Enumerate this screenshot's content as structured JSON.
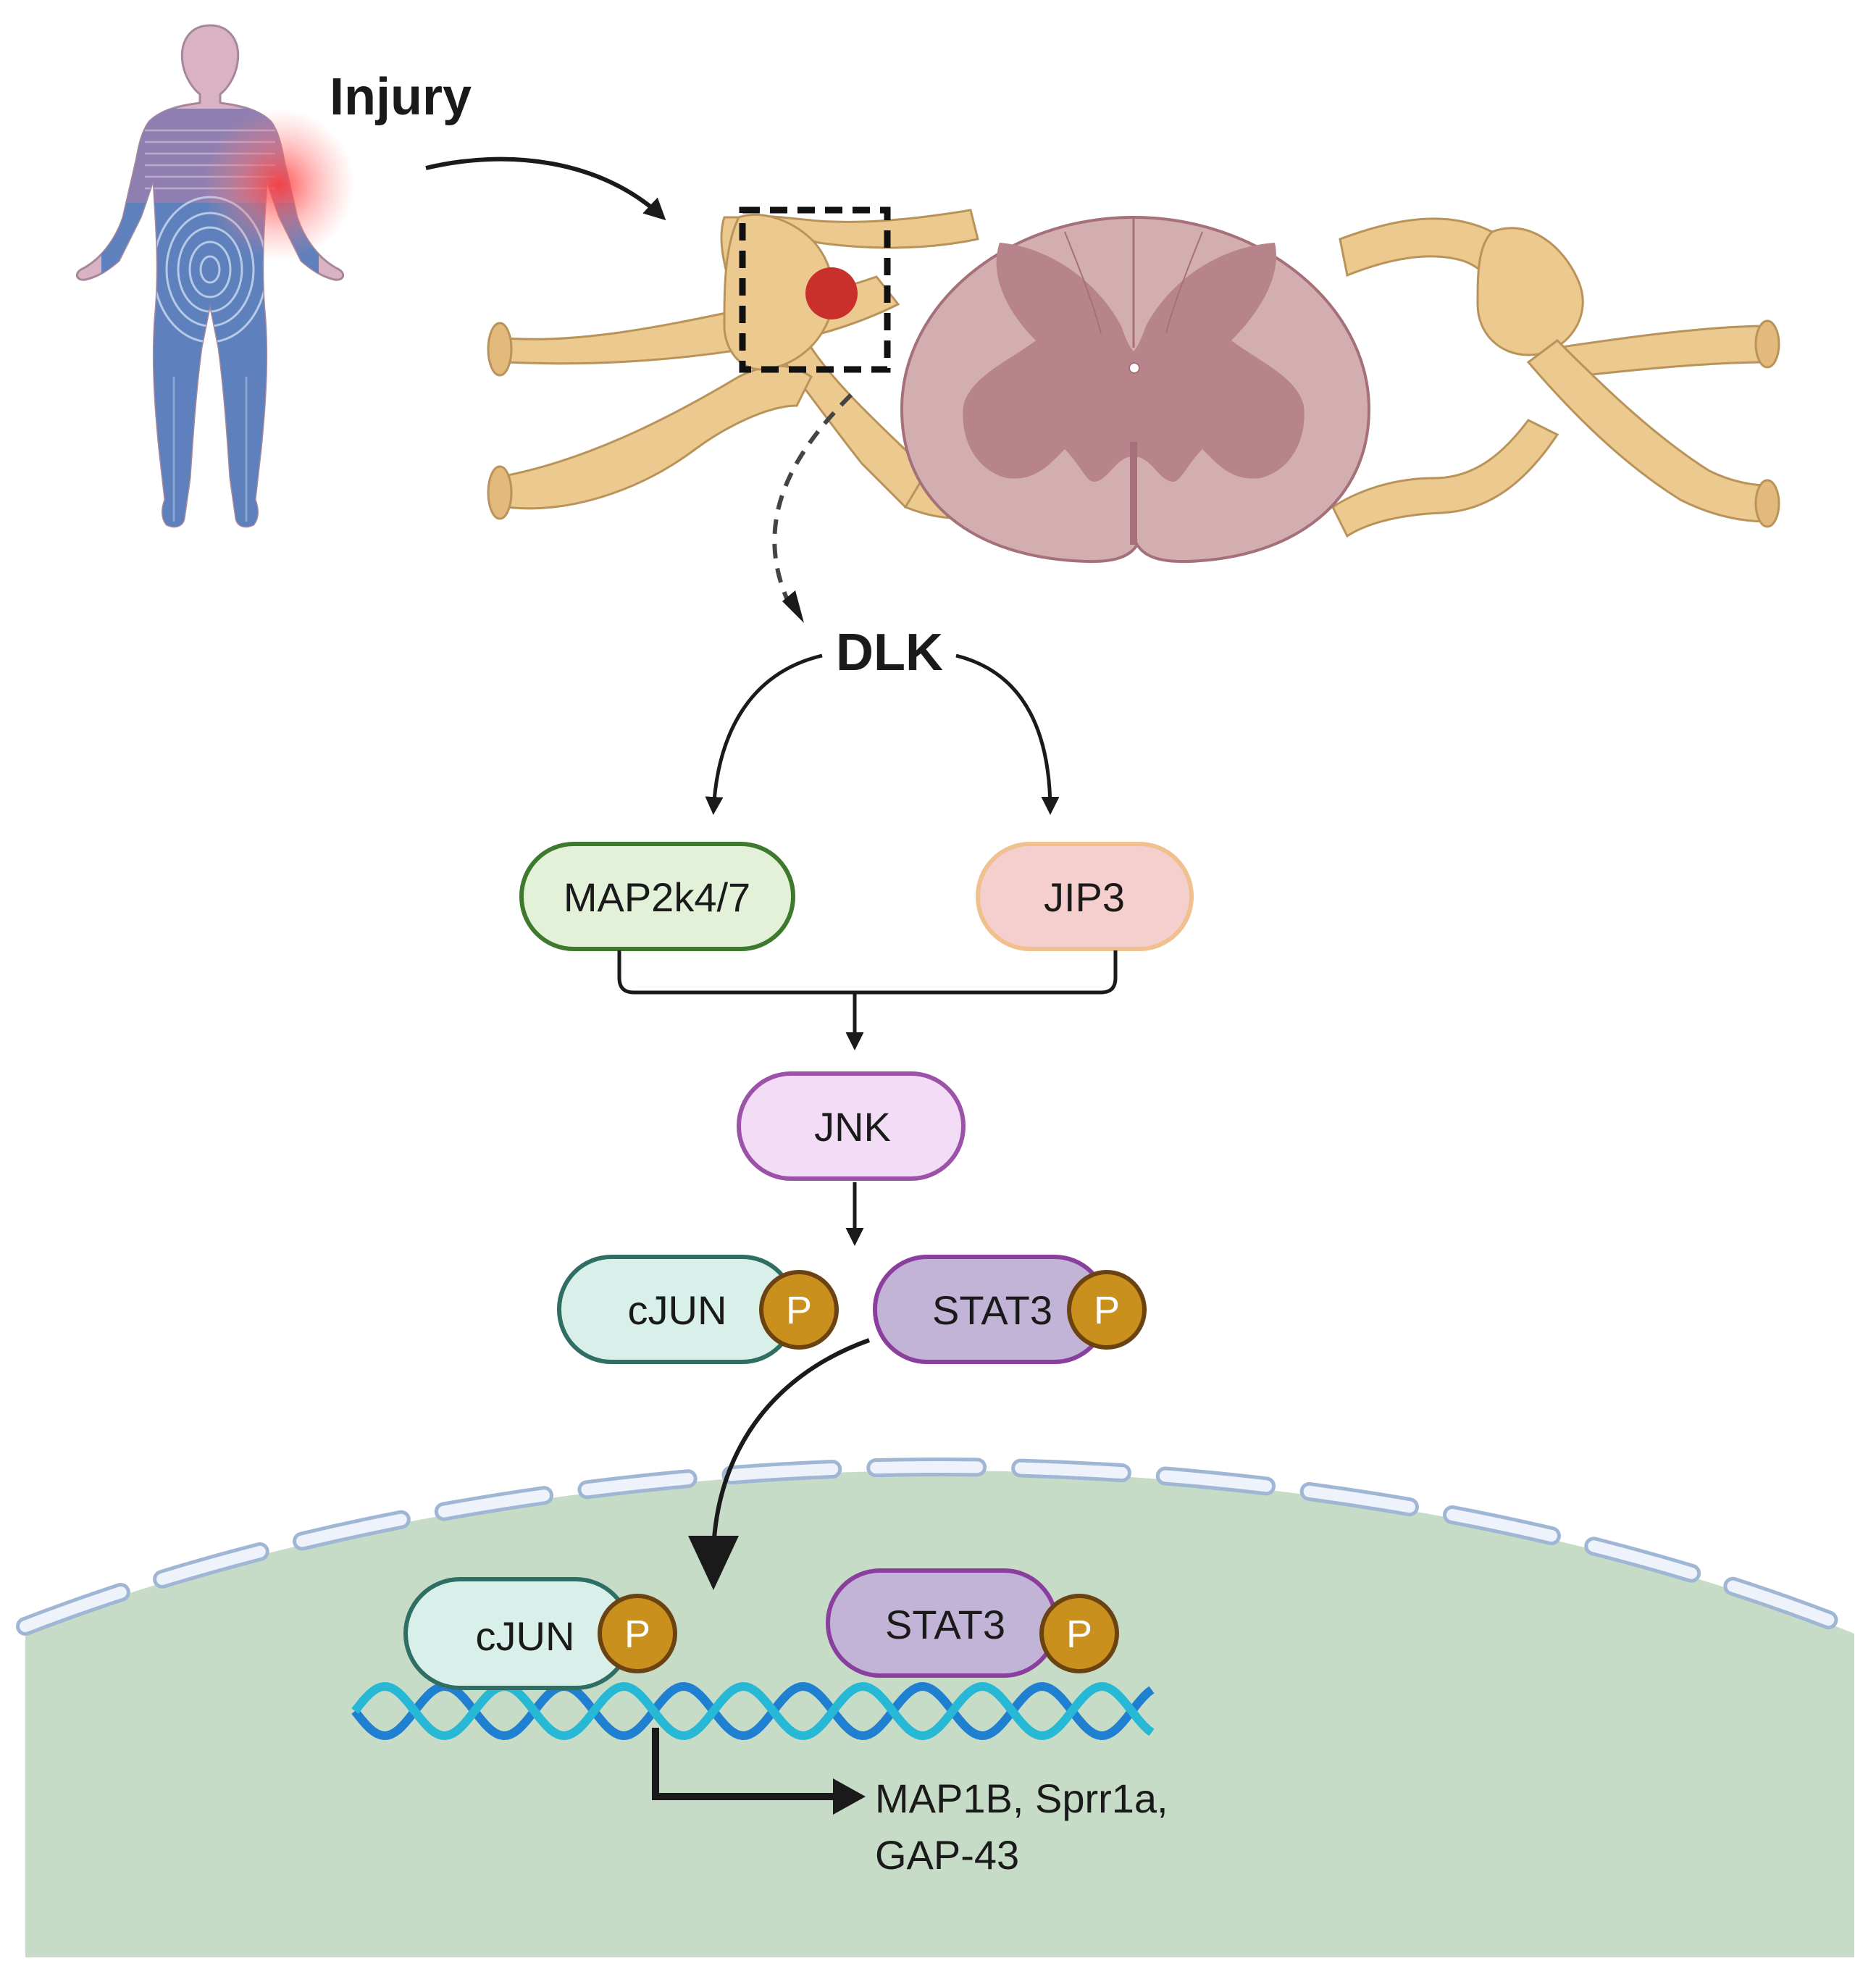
{
  "labels": {
    "injury": "Injury",
    "dlk": "DLK",
    "map2k": "MAP2k4/7",
    "jip3": "JIP3",
    "jnk": "JNK",
    "cjun": "cJUN",
    "stat3": "STAT3",
    "phospho": "P",
    "targets_line1": "MAP1B, Sprr1a,",
    "targets_line2": "GAP-43"
  },
  "colors": {
    "nerve": "#ecc98e",
    "spinal_cord": "#d2aeb0",
    "gray_matter": "#b8848c",
    "soma_dot": "#c9302c",
    "nucleus": "#c7dcc6",
    "map2k_fill": "#e3f1d9",
    "map2k_stroke": "#3d7a2e",
    "jip3_fill": "#f4cfcd",
    "jip3_stroke": "#f0c08e",
    "jnk_fill": "#f2dcf6",
    "jnk_stroke": "#9b52a8",
    "cjun_fill": "#d9efea",
    "cjun_stroke": "#2f6e64",
    "stat3_fill": "#c2b4d6",
    "stat3_stroke": "#8a3e9e",
    "phospho_fill": "#c9901e",
    "phospho_stroke": "#6b4310",
    "dna_dark": "#1f7fd1",
    "dna_light": "#27b8d6"
  }
}
